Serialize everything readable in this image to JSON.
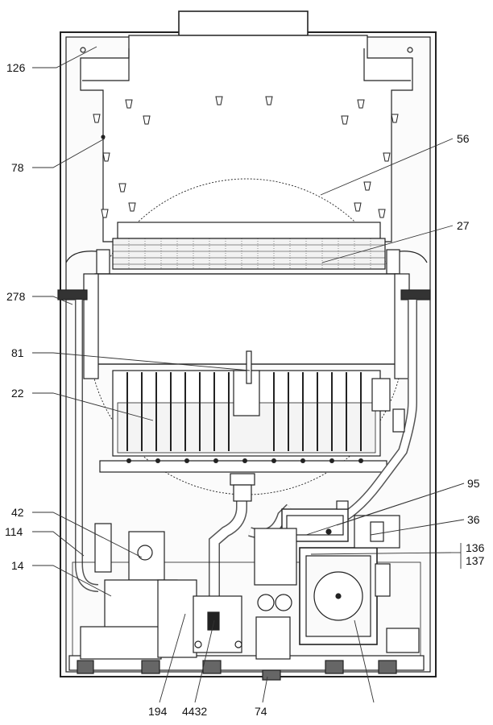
{
  "labels": {
    "l126": "126",
    "l78": "78",
    "l56": "56",
    "l27": "27",
    "l278": "278",
    "l81": "81",
    "l22": "22",
    "l95": "95",
    "l42": "42",
    "l36": "36",
    "l114": "114",
    "l14": "14",
    "l136": "136",
    "l137": "137",
    "l194": "194",
    "l4432": "4432",
    "l74": "74"
  }
}
